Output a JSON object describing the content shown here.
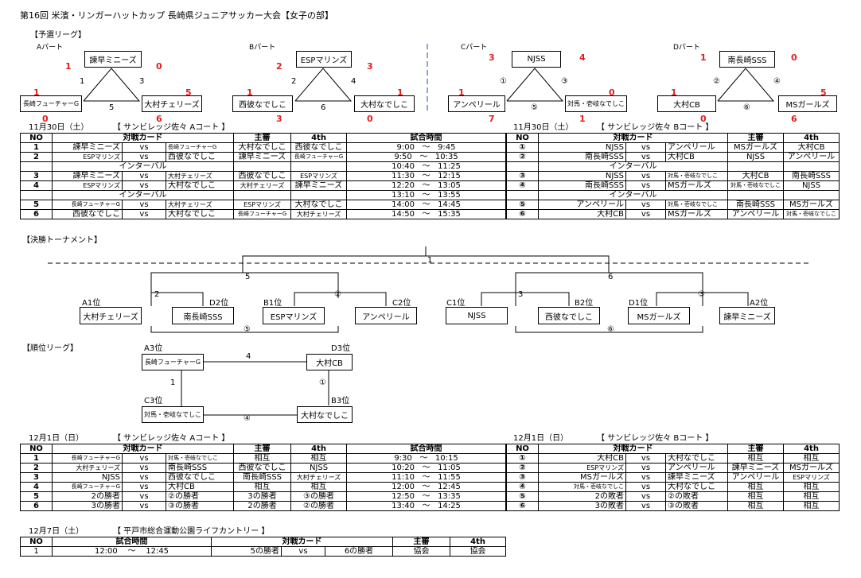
{
  "title": "第16回 米濱・リンガーハットカップ 長崎県ジュニアサッカー大会【女子の部】",
  "prelim": {
    "heading": "【予選リーグ】",
    "parts": [
      {
        "label": "Aパート",
        "top": "諫早ミニーズ",
        "left": "長崎フューチャーG",
        "right": "大村チェリーズ",
        "edges": {
          "l": "1",
          "r": "3",
          "b": "5"
        },
        "scores": {
          "top_l": "1",
          "top_r": "0",
          "left_t": "1",
          "left_b": "0",
          "right_t": "5",
          "right_b": "6"
        }
      },
      {
        "label": "Bパート",
        "top": "ESPマリンズ",
        "left": "西彼なでしこ",
        "right": "大村なでしこ",
        "edges": {
          "l": "2",
          "r": "4",
          "b": "6"
        },
        "scores": {
          "top_l": "2",
          "top_r": "3",
          "left_t": "1",
          "left_b": "3",
          "right_t": "1",
          "right_b": "0"
        }
      },
      {
        "label": "Cパート",
        "top": "NJSS",
        "left": "アンペリール",
        "right": "対馬・壱岐なでしこ",
        "edges": {
          "l": "①",
          "r": "③",
          "b": "⑤"
        },
        "scores": {
          "top_l": "3",
          "top_r": "4",
          "left_t": "1",
          "left_b": "7",
          "right_t": "0",
          "right_b": "1"
        }
      },
      {
        "label": "Dパート",
        "top": "南長崎SSS",
        "left": "大村CB",
        "right": "MSガールズ",
        "edges": {
          "l": "②",
          "r": "④",
          "b": "⑥"
        },
        "scores": {
          "top_l": "1",
          "top_r": "0",
          "left_t": "1",
          "left_b": "0",
          "right_t": "5",
          "right_b": "6"
        }
      }
    ]
  },
  "day1": {
    "a_caption_date": "11月30日（土）",
    "a_caption_venue": "【 サンビレッジ佐々 Aコート 】",
    "b_caption_date": "11月30日（土）",
    "b_caption_venue": "【 サンビレッジ佐々 Bコート 】",
    "headers": {
      "no": "NO",
      "card": "対戦カード",
      "ref": "主審",
      "fourth": "4th",
      "time": "試合時間"
    },
    "interval": "インターバル",
    "vs": "vs",
    "tilde": "～",
    "a_rows": [
      {
        "no": "1",
        "h": "諫早ミニーズ",
        "a": "長崎フューチャーG",
        "ref": "大村なでしこ",
        "fourth": "西彼なでしこ",
        "s": "9:00",
        "e": "9:45"
      },
      {
        "no": "2",
        "h": "ESPマリンズ",
        "a": "西彼なでしこ",
        "ref": "諫早ミニーズ",
        "fourth": "長崎フューチャーG",
        "s": "9:50",
        "e": "10:35"
      },
      {
        "interval": true,
        "s": "10:40",
        "e": "11:25"
      },
      {
        "no": "3",
        "h": "諫早ミニーズ",
        "a": "大村チェリーズ",
        "ref": "西彼なでしこ",
        "fourth": "ESPマリンズ",
        "s": "11:30",
        "e": "12:15"
      },
      {
        "no": "4",
        "h": "ESPマリンズ",
        "a": "大村なでしこ",
        "ref": "大村チェリーズ",
        "fourth": "諫早ミニーズ",
        "s": "12:20",
        "e": "13:05"
      },
      {
        "interval": true,
        "s": "13:10",
        "e": "13:55"
      },
      {
        "no": "5",
        "h": "長崎フューチャーG",
        "a": "大村チェリーズ",
        "ref": "ESPマリンズ",
        "fourth": "大村なでしこ",
        "s": "14:00",
        "e": "14:45"
      },
      {
        "no": "6",
        "h": "西彼なでしこ",
        "a": "大村なでしこ",
        "ref": "長崎フューチャーG",
        "fourth": "大村チェリーズ",
        "s": "14:50",
        "e": "15:35"
      }
    ],
    "b_rows": [
      {
        "no": "①",
        "h": "NJSS",
        "a": "アンペリール",
        "ref": "MSガールズ",
        "fourth": "大村CB"
      },
      {
        "no": "②",
        "h": "南長崎SSS",
        "a": "大村CB",
        "ref": "NJSS",
        "fourth": "アンペリール"
      },
      {
        "interval": true
      },
      {
        "no": "③",
        "h": "NJSS",
        "a": "対馬・壱岐なでしこ",
        "ref": "大村CB",
        "fourth": "南長崎SSS"
      },
      {
        "no": "④",
        "h": "南長崎SSS",
        "a": "MSガールズ",
        "ref": "対馬・壱岐なでしこ",
        "fourth": "NJSS"
      },
      {
        "interval": true
      },
      {
        "no": "⑤",
        "h": "アンペリール",
        "a": "対馬・壱岐なでしこ",
        "ref": "南長崎SSS",
        "fourth": "MSガールズ"
      },
      {
        "no": "⑥",
        "h": "大村CB",
        "a": "MSガールズ",
        "ref": "アンペリール",
        "fourth": "対馬・壱岐なでしこ"
      }
    ]
  },
  "tournament": {
    "heading": "【決勝トーナメント】",
    "final_label": "1",
    "semi_left": "5",
    "semi_right": "6",
    "q_labels": [
      "2",
      "②",
      "3",
      "③"
    ],
    "third_left": "⑤",
    "third_right": "⑥",
    "seeds": [
      {
        "seed": "A1位",
        "team": "大村チェリーズ"
      },
      {
        "seed": "D2位",
        "team": "南長崎SSS"
      },
      {
        "seed": "B1位",
        "team": "ESPマリンズ"
      },
      {
        "seed": "C2位",
        "team": "アンペリール"
      },
      {
        "seed": "C1位",
        "team": "NJSS"
      },
      {
        "seed": "B2位",
        "team": "西彼なでしこ"
      },
      {
        "seed": "D1位",
        "team": "MSガールズ"
      },
      {
        "seed": "A2位",
        "team": "諫早ミニーズ"
      }
    ]
  },
  "ranking": {
    "heading": "【順位リーグ】",
    "teams": [
      {
        "seed": "A3位",
        "team": "長崎フューチャーG"
      },
      {
        "seed": "D3位",
        "team": "大村CB"
      },
      {
        "seed": "C3位",
        "team": "対馬・壱岐なでしこ"
      },
      {
        "seed": "B3位",
        "team": "大村なでしこ"
      }
    ],
    "edges": {
      "top": "4",
      "left": "1",
      "right": "①",
      "bottom": "④"
    }
  },
  "day2": {
    "a_caption_date": "12月1日（日）",
    "a_caption_venue": "【 サンビレッジ佐々 Aコート 】",
    "b_caption_date": "12月1日（日）",
    "b_caption_venue": "【 サンビレッジ佐々 Bコート 】",
    "a_rows": [
      {
        "no": "1",
        "h": "長崎フューチャーG",
        "a": "対馬・壱岐なでしこ",
        "ref": "相互",
        "fourth": "相互",
        "s": "9:30",
        "e": "10:15"
      },
      {
        "no": "2",
        "h": "大村チェリーズ",
        "a": "南長崎SSS",
        "ref": "西彼なでしこ",
        "fourth": "NJSS",
        "s": "10:20",
        "e": "11:05"
      },
      {
        "no": "3",
        "h": "NJSS",
        "a": "西彼なでしこ",
        "ref": "南長崎SSS",
        "fourth": "大村チェリーズ",
        "s": "11:10",
        "e": "11:55"
      },
      {
        "no": "4",
        "h": "長崎フューチャーG",
        "a": "大村CB",
        "ref": "相互",
        "fourth": "相互",
        "s": "12:00",
        "e": "12:45"
      },
      {
        "no": "5",
        "h": "2の勝者",
        "a": "②の勝者",
        "ref": "3の勝者",
        "fourth": "③の勝者",
        "s": "12:50",
        "e": "13:35"
      },
      {
        "no": "6",
        "h": "3の勝者",
        "a": "③の勝者",
        "ref": "2の勝者",
        "fourth": "②の勝者",
        "s": "13:40",
        "e": "14:25"
      }
    ],
    "b_rows": [
      {
        "no": "①",
        "h": "大村CB",
        "a": "大村なでしこ",
        "ref": "相互",
        "fourth": "相互"
      },
      {
        "no": "②",
        "h": "ESPマリンズ",
        "a": "アンペリール",
        "ref": "諫早ミニーズ",
        "fourth": "MSガールズ"
      },
      {
        "no": "③",
        "h": "MSガールズ",
        "a": "諫早ミニーズ",
        "ref": "アンペリール",
        "fourth": "ESPマリンズ"
      },
      {
        "no": "④",
        "h": "対馬・壱岐なでしこ",
        "a": "大村なでしこ",
        "ref": "相互",
        "fourth": "相互"
      },
      {
        "no": "⑤",
        "h": "2の敗者",
        "a": "②の敗者",
        "ref": "相互",
        "fourth": "相互"
      },
      {
        "no": "⑥",
        "h": "3の敗者",
        "a": "③の敗者",
        "ref": "相互",
        "fourth": "相互"
      }
    ]
  },
  "day3": {
    "caption_date": "12月7日（土）",
    "caption_venue": "【 平戸市総合運動公園ライフカントリー 】",
    "row": {
      "no": "1",
      "s": "12:00",
      "e": "12:45",
      "h": "5の勝者",
      "a": "6の勝者",
      "ref": "協会",
      "fourth": "協会"
    }
  }
}
